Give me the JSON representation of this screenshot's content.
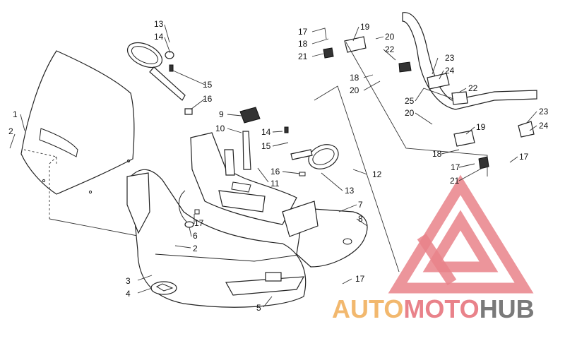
{
  "diagram": {
    "callouts": [
      {
        "id": "c1",
        "text": "1"
      },
      {
        "id": "c2a",
        "text": "2"
      },
      {
        "id": "c2b",
        "text": "2"
      },
      {
        "id": "c3",
        "text": "3"
      },
      {
        "id": "c4",
        "text": "4"
      },
      {
        "id": "c5",
        "text": "5"
      },
      {
        "id": "c6",
        "text": "6"
      },
      {
        "id": "c7",
        "text": "7"
      },
      {
        "id": "c8",
        "text": "8"
      },
      {
        "id": "c9",
        "text": "9"
      },
      {
        "id": "c10",
        "text": "10"
      },
      {
        "id": "c11",
        "text": "11"
      },
      {
        "id": "c12",
        "text": "12"
      },
      {
        "id": "c13a",
        "text": "13"
      },
      {
        "id": "c13b",
        "text": "13"
      },
      {
        "id": "c14a",
        "text": "14"
      },
      {
        "id": "c14b",
        "text": "14"
      },
      {
        "id": "c15a",
        "text": "15"
      },
      {
        "id": "c15b",
        "text": "15"
      },
      {
        "id": "c16a",
        "text": "16"
      },
      {
        "id": "c16b",
        "text": "16"
      },
      {
        "id": "c17a",
        "text": "17"
      },
      {
        "id": "c17b",
        "text": "17"
      },
      {
        "id": "c17c",
        "text": "17"
      },
      {
        "id": "c17d",
        "text": "17"
      },
      {
        "id": "c17e",
        "text": "17"
      },
      {
        "id": "c18a",
        "text": "18"
      },
      {
        "id": "c18b",
        "text": "18"
      },
      {
        "id": "c18c",
        "text": "18"
      },
      {
        "id": "c19a",
        "text": "19"
      },
      {
        "id": "c19b",
        "text": "19"
      },
      {
        "id": "c20a",
        "text": "20"
      },
      {
        "id": "c20b",
        "text": "20"
      },
      {
        "id": "c20c",
        "text": "20"
      },
      {
        "id": "c21a",
        "text": "21"
      },
      {
        "id": "c21b",
        "text": "21"
      },
      {
        "id": "c22a",
        "text": "22"
      },
      {
        "id": "c22b",
        "text": "22"
      },
      {
        "id": "c23a",
        "text": "23"
      },
      {
        "id": "c23b",
        "text": "23"
      },
      {
        "id": "c24a",
        "text": "24"
      },
      {
        "id": "c24b",
        "text": "24"
      },
      {
        "id": "c25",
        "text": "25"
      }
    ]
  },
  "watermark": {
    "part1": "AUTO",
    "part2": "MOTO",
    "part3": "HUB",
    "colors": {
      "auto": "#f2b86e",
      "moto": "#e9828a",
      "hub": "#7a7a7a"
    }
  }
}
